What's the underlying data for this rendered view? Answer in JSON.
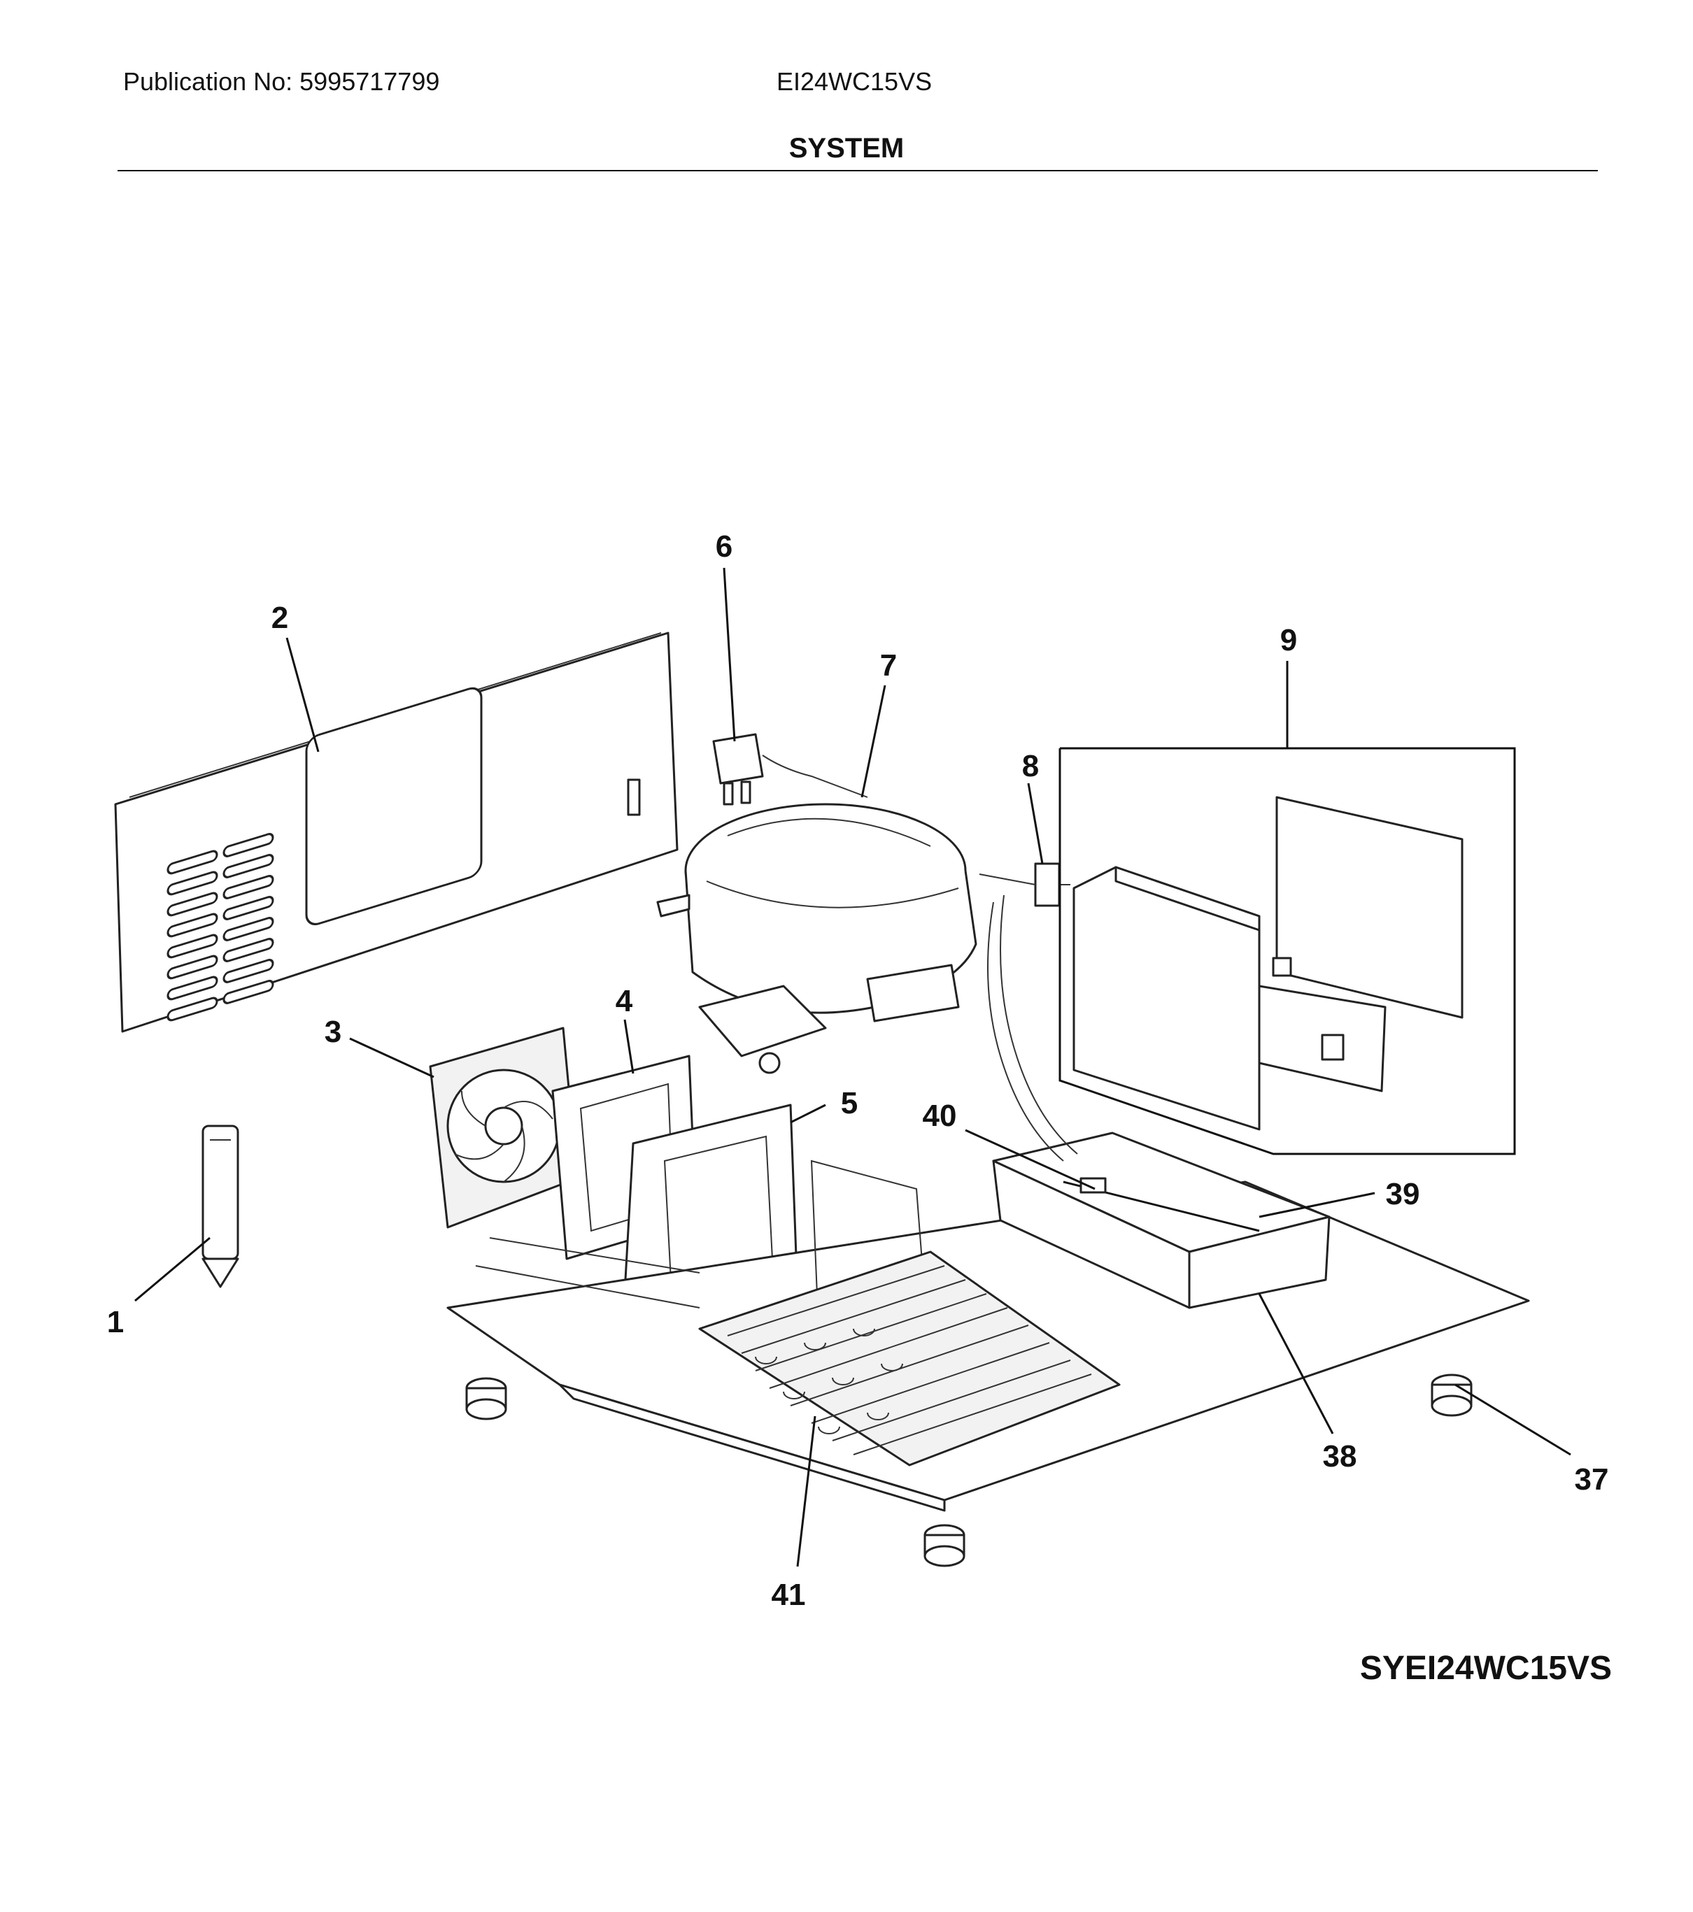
{
  "header": {
    "publication": "Publication No: 5995717799",
    "model": "EI24WC15VS",
    "section_title": "SYSTEM"
  },
  "diagram": {
    "callouts": [
      "1",
      "2",
      "3",
      "4",
      "5",
      "6",
      "7",
      "8",
      "9",
      "37",
      "38",
      "39",
      "40",
      "41"
    ]
  },
  "footer": {
    "diagram_code": "SYEI24WC15VS"
  }
}
